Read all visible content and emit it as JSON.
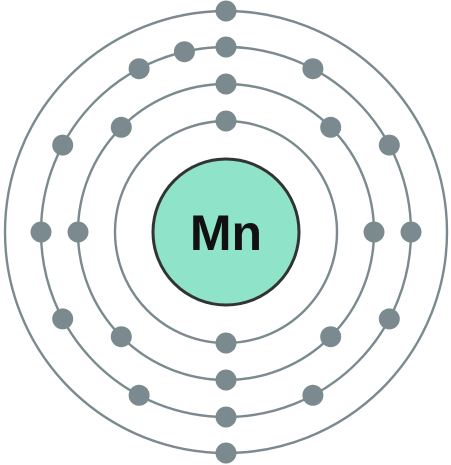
{
  "element": {
    "symbol": "Mn"
  },
  "shells": [
    {
      "electrons": 2
    },
    {
      "electrons": 8
    },
    {
      "electrons": 13
    },
    {
      "electrons": 2
    }
  ],
  "colors": {
    "nucleus_fill": "#8ee3c8",
    "nucleus_stroke": "#333333",
    "shell_stroke": "#7a8a8e",
    "electron_fill": "#7a8a8e",
    "symbol_text": "#111111",
    "background": "#ffffff"
  }
}
